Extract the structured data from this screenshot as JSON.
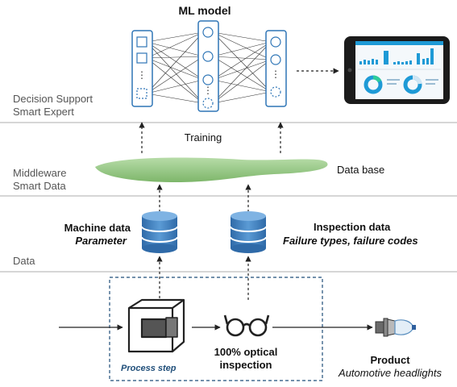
{
  "layers": {
    "decision": {
      "line1": "Decision Support",
      "line2": "Smart Expert"
    },
    "middleware": {
      "line1": "Middleware",
      "line2": "Smart Data"
    },
    "data": {
      "label": "Data"
    }
  },
  "ml_model": {
    "title": "ML model"
  },
  "training": {
    "label": "Training"
  },
  "database": {
    "label": "Data base"
  },
  "machine_data": {
    "title": "Machine data",
    "subtitle": "Parameter"
  },
  "inspection_data": {
    "title": "Inspection data",
    "subtitle": "Failure types, failure codes"
  },
  "process": {
    "label": "Process step"
  },
  "inspection": {
    "line1": "100% optical",
    "line2": "inspection"
  },
  "product": {
    "line1": "Product",
    "line2": "Automotive headlights"
  },
  "colors": {
    "nn_border": "#2e75b6",
    "cloud": "#9fcf8f",
    "db_blue": "#4a86c5",
    "process_border": "#1f4e79",
    "dashboard_accent": "#1e9ad6",
    "separator": "#c8c8c8"
  }
}
